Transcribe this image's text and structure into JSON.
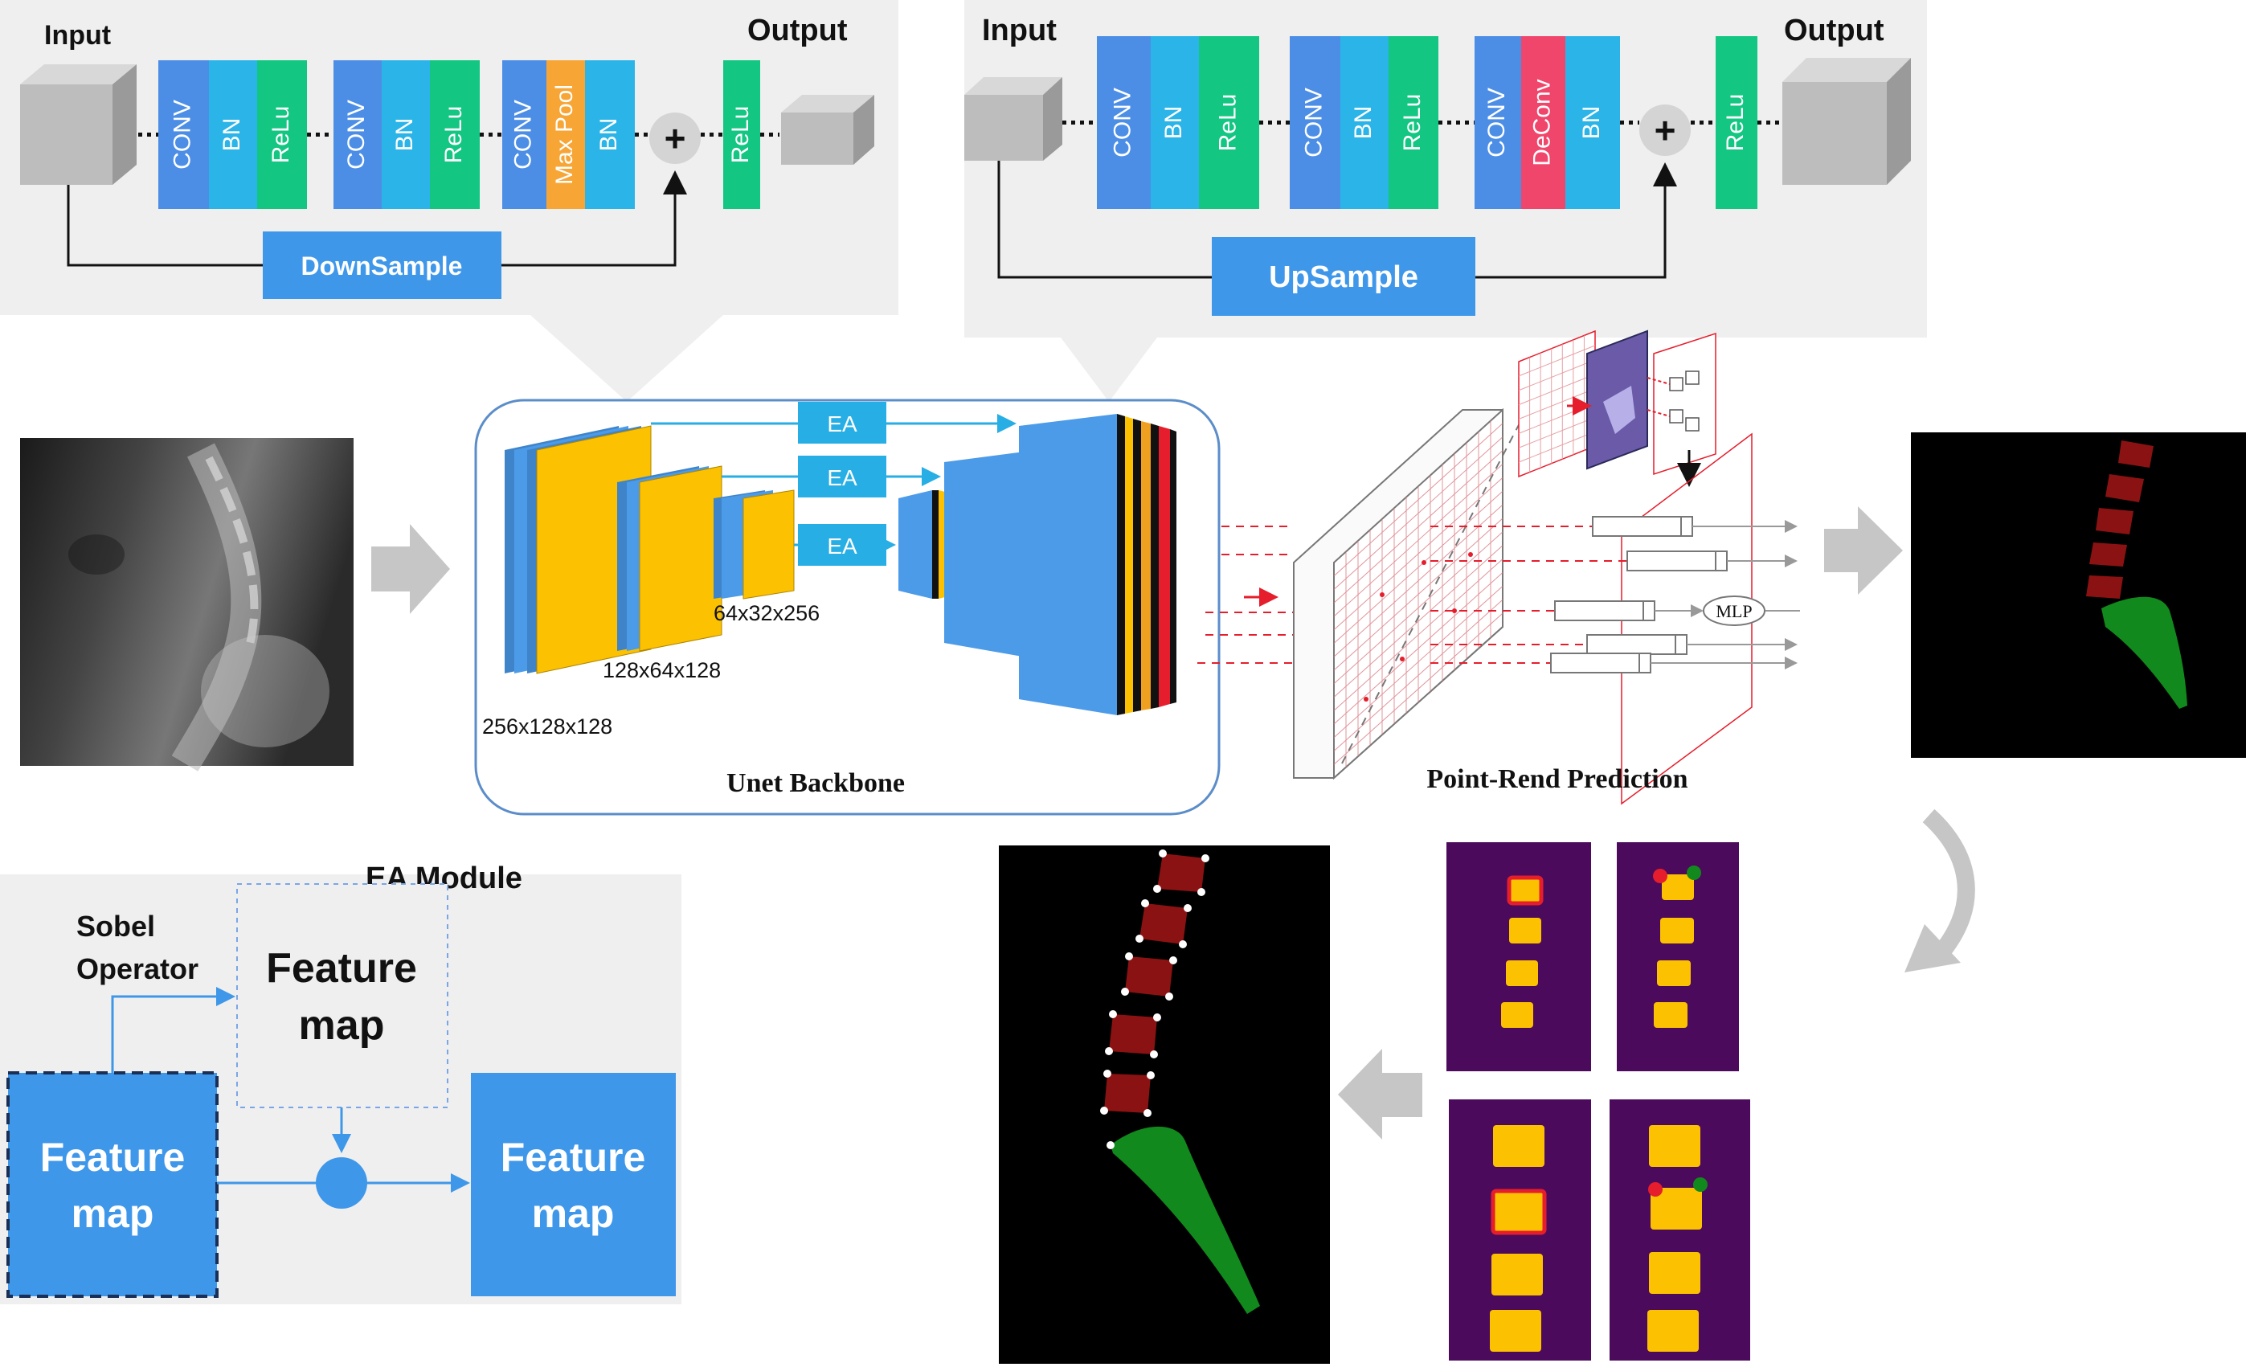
{
  "colors": {
    "panel": "#efefef",
    "conv": "#4c8ee6",
    "bn": "#2bb4e8",
    "relu": "#13c682",
    "pool": "#f7a636",
    "deconv": "#f0466b",
    "sample": "#3f97ea",
    "ea": "#27aee5",
    "yellow": "#fcc100",
    "lumbar": "#8b1212",
    "sacrum": "#11891d",
    "purple": "#4b0a5b",
    "accent": "#e61d2c"
  },
  "down_block": {
    "input": "Input",
    "output": "Output",
    "layers": [
      "CONV",
      "BN",
      "ReLu",
      "CONV",
      "BN",
      "ReLu",
      "CONV",
      "Max Pool",
      "BN",
      "ReLu"
    ],
    "sample": "DownSample",
    "plus": "+"
  },
  "up_block": {
    "input": "Input",
    "output": "Output",
    "layers": [
      "CONV",
      "BN",
      "ReLu",
      "CONV",
      "BN",
      "ReLu",
      "CONV",
      "DeConv",
      "BN",
      "ReLu"
    ],
    "sample": "UpSample",
    "plus": "+"
  },
  "unet": {
    "title": "Unet Backbone",
    "ea": [
      "EA",
      "EA",
      "EA"
    ],
    "dims": [
      "256x128x128",
      "128x64x128",
      "64x32x256"
    ]
  },
  "pointrend": {
    "title": "Point-Rend Prediction",
    "mlp": "MLP"
  },
  "ea_module": {
    "title": "EA Module",
    "sobel": [
      "Sobel",
      "Operator"
    ],
    "feature_map": [
      "Feature",
      "map"
    ]
  }
}
